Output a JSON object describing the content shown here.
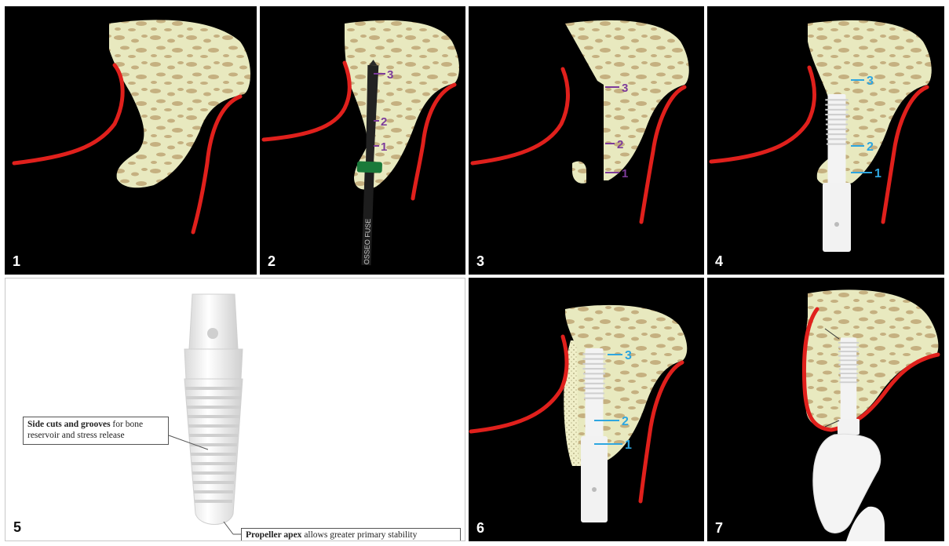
{
  "panels": [
    {
      "number": "1"
    },
    {
      "number": "2",
      "drill_text": "OSSEO FUSE",
      "marks": [
        "3",
        "2",
        "1"
      ]
    },
    {
      "number": "3",
      "marks": [
        "3",
        "2",
        "1"
      ]
    },
    {
      "number": "4",
      "marks": [
        "3",
        "2",
        "1"
      ]
    },
    {
      "number": "5",
      "callout_1": {
        "bold": "Side cuts and grooves",
        "rest": " for bone reservoir and stress release"
      },
      "callout_2": {
        "bold": "Propeller apex",
        "rest": " allows greater primary stability"
      }
    },
    {
      "number": "6",
      "marks": [
        "3",
        "2",
        "1"
      ]
    },
    {
      "number": "7"
    }
  ],
  "colors": {
    "background": "#000000",
    "bone": "#e8e9bf",
    "bone_pattern": "#c5b080",
    "gum_line": "#e0201c",
    "drill_marks": "#7d3b9a",
    "implant_marks": "#2ea6e0",
    "drill_collar": "#1a7a3a",
    "implant": "#f2f2f2"
  }
}
